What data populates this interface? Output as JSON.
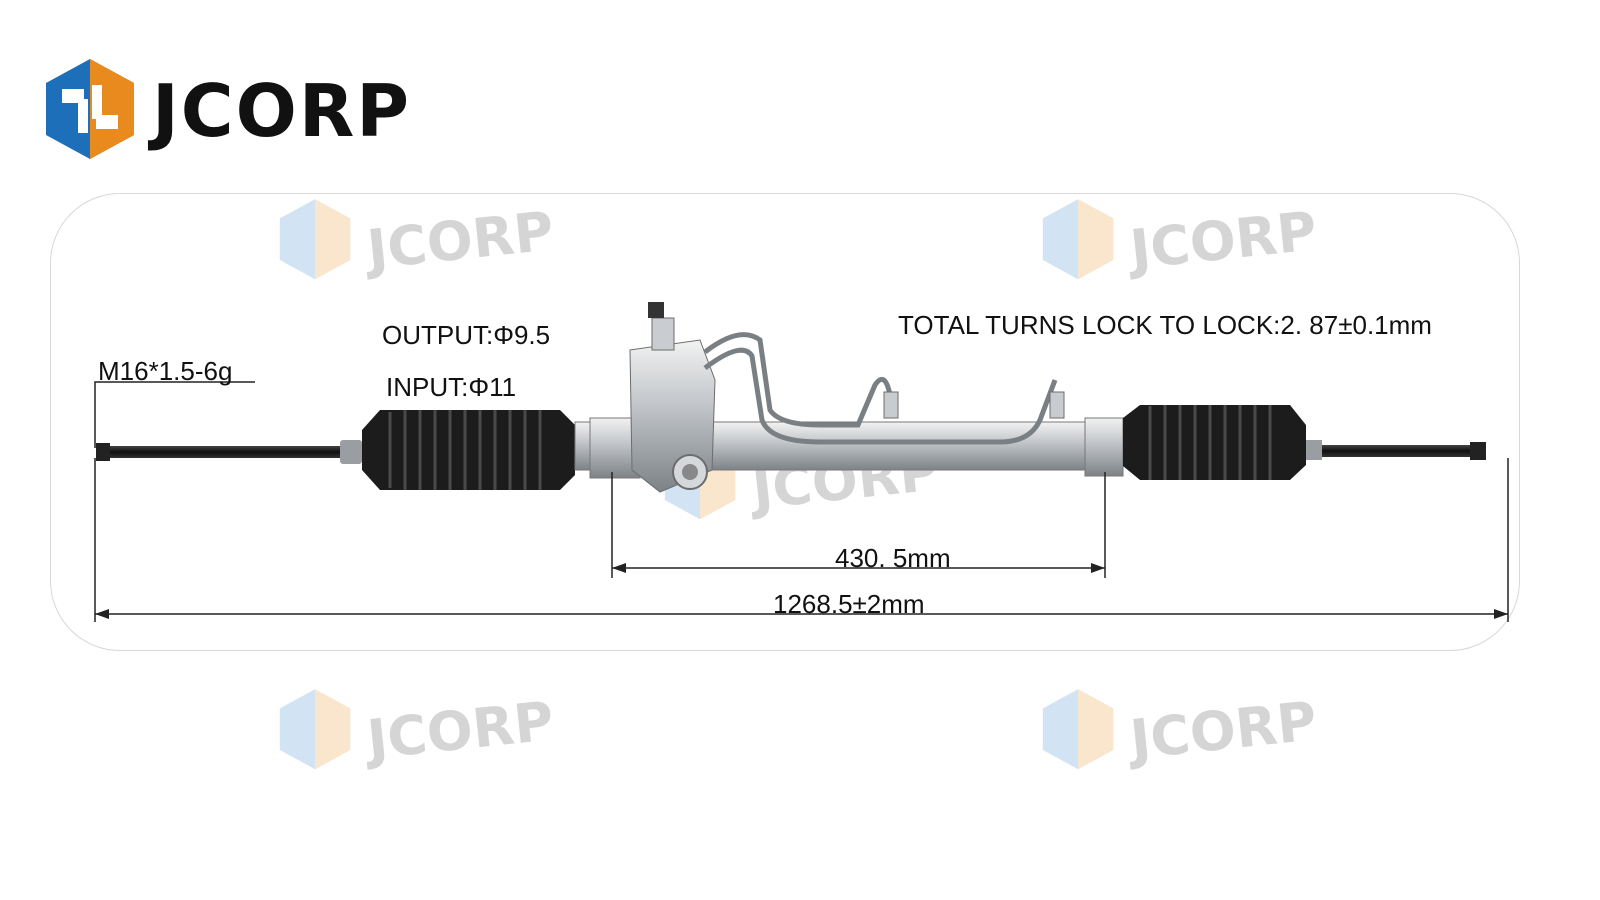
{
  "brand": {
    "name": "JCORP",
    "colors": {
      "blue": "#1c6fb8",
      "orange": "#e98a1f",
      "yellow": "#f6b41a",
      "text": "#111111"
    }
  },
  "watermark": {
    "text": "JCORP"
  },
  "diagram": {
    "output_label": "OUTPUT:Φ9.5",
    "input_label": "INPUT:Φ11",
    "thread_label": "M16*1.5-6g",
    "total_turns_label": "TOTAL TURNS LOCK TO LOCK:2. 87±0.1mm",
    "inner_dimension": "430. 5mm",
    "overall_dimension": "1268.5±2mm"
  },
  "icons": [
    "jcorp-logo-icon",
    "steering-rack-icon"
  ]
}
